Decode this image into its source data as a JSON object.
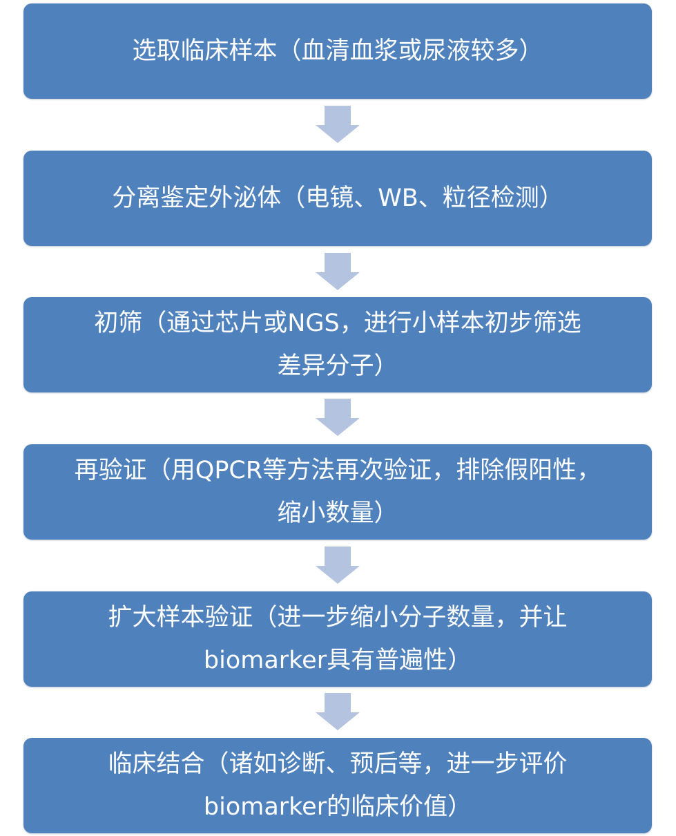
{
  "flow": {
    "steps": [
      {
        "lines": [
          "选取临床样本（血清血浆或尿液较多）"
        ]
      },
      {
        "lines": [
          "分离鉴定外泌体（电镜、WB、粒径检测）"
        ]
      },
      {
        "lines": [
          "初筛（通过芯片或NGS，进行小样本初步筛选",
          "差异分子）"
        ]
      },
      {
        "lines": [
          "再验证（用QPCR等方法再次验证，排除假阳性，",
          "缩小数量）"
        ]
      },
      {
        "lines": [
          "扩大样本验证（进一步缩小分子数量，并让",
          "biomarker具有普遍性）"
        ]
      },
      {
        "lines": [
          "临床结合（诸如诊断、预后等，进一步评价",
          "biomarker的临床价值）"
        ]
      }
    ],
    "arrow_icon": "down-arrow-icon",
    "colors": {
      "box": "#4f81bd",
      "arrow": "#b4c3df",
      "text": "#ffffff"
    }
  }
}
